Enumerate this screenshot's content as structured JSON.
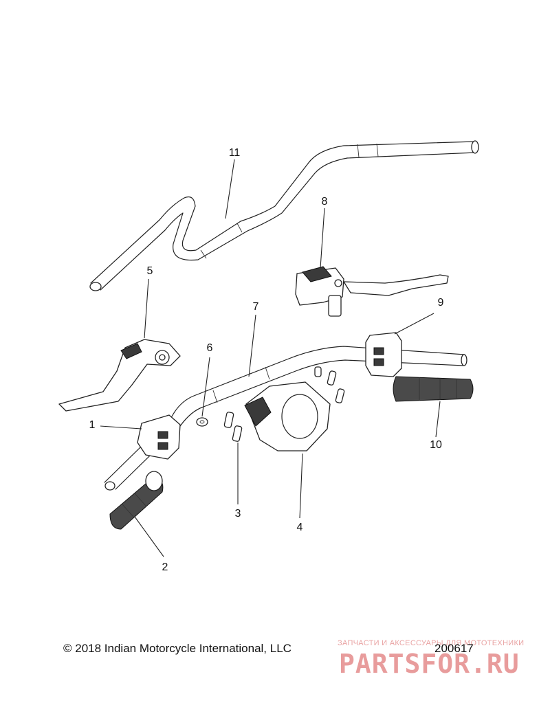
{
  "callouts": [
    {
      "id": "1",
      "label": "1"
    },
    {
      "id": "2",
      "label": "2"
    },
    {
      "id": "3",
      "label": "3"
    },
    {
      "id": "4",
      "label": "4"
    },
    {
      "id": "5",
      "label": "5"
    },
    {
      "id": "6",
      "label": "6"
    },
    {
      "id": "7",
      "label": "7"
    },
    {
      "id": "8",
      "label": "8"
    },
    {
      "id": "9",
      "label": "9"
    },
    {
      "id": "10",
      "label": "10"
    },
    {
      "id": "11",
      "label": "11"
    }
  ],
  "footer": {
    "copyright": "© 2018 Indian Motorcycle International, LLC",
    "drawing_number": "200617"
  },
  "watermark": {
    "tagline": "ЗАПЧАСТИ И АКСЕССУАРЫ ДЛЯ МОТОТЕХНИКИ",
    "logo": "PARTSFOR.RU"
  }
}
